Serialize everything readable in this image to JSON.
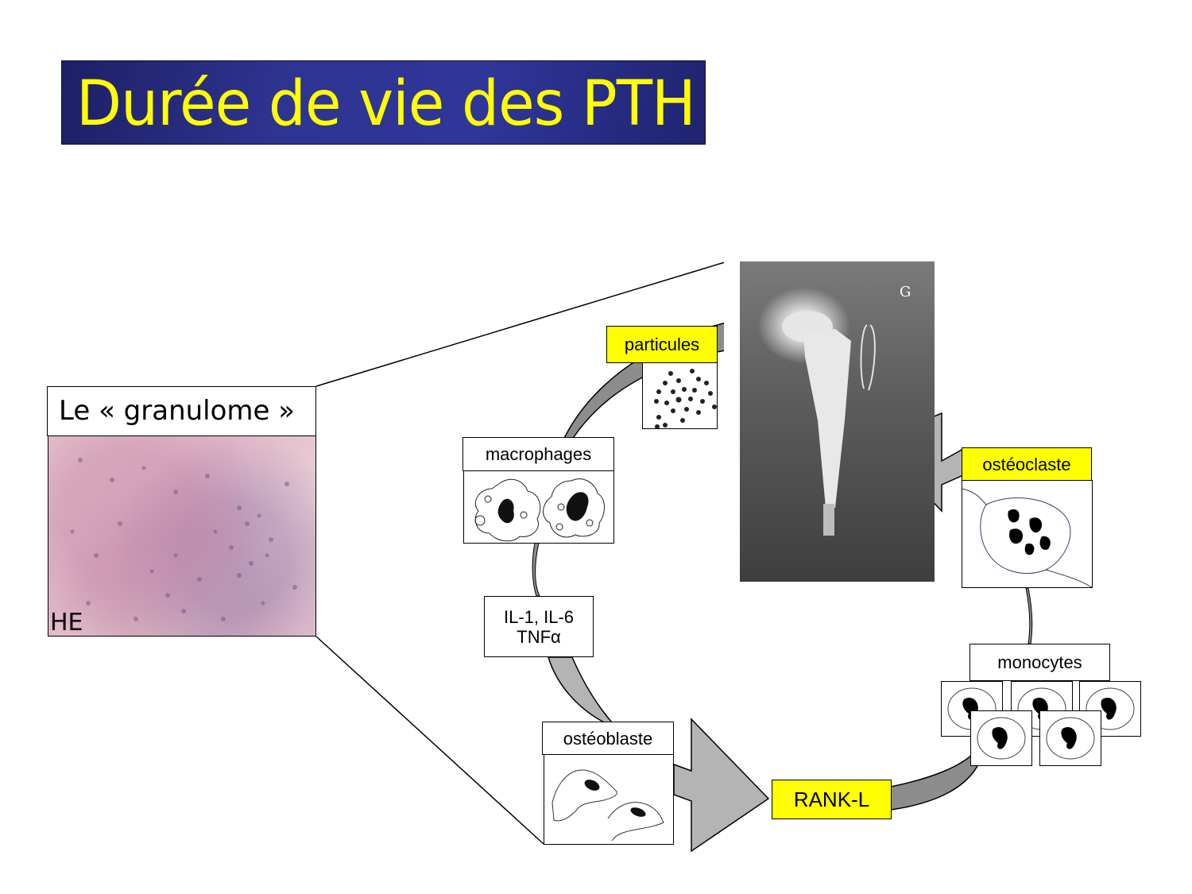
{
  "title": "Durée de vie des PTH",
  "colors": {
    "title_bg": "#2e3492",
    "title_text": "#ffff00",
    "highlight_box": "#ffff00",
    "arrow_fill_dark": "#8c8c8c",
    "arrow_fill_light": "#b4b4b4"
  },
  "granulome": {
    "label": "Le « granulome »",
    "stain_label": "HE"
  },
  "xray": {
    "side_marker": "G"
  },
  "cycle": {
    "particules": "particules",
    "macrophages": "macrophages",
    "cytokines_line1": "IL-1, IL-6",
    "cytokines_line2": "TNFα",
    "osteoblaste": "ostéoblaste",
    "rankl": "RANK-L",
    "monocytes": "monocytes",
    "osteoclaste": "ostéoclaste"
  }
}
